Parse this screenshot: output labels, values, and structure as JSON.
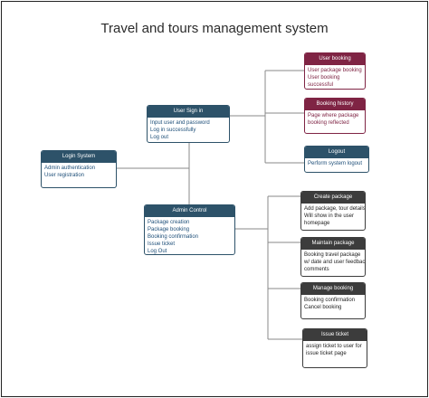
{
  "title": "Travel  and tours management system",
  "colors": {
    "blue_header": "#2d5269",
    "red_header": "#7f2444",
    "dark_header": "#3c3c3c",
    "connector": "#8a8a8a"
  },
  "nodes": {
    "login_system": {
      "title": "Login System",
      "lines": [
        "Admin authentication",
        "User registration"
      ]
    },
    "user_sign_in": {
      "title": "User Sign in",
      "lines": [
        "Input user and password",
        "Log in successfully",
        "Log out"
      ]
    },
    "admin_control": {
      "title": "Admin Control",
      "lines": [
        "Package creation",
        "Package booking",
        "Booking confirmation",
        "Issue ticket",
        "Log Out"
      ]
    },
    "user_booking": {
      "title": "User booking",
      "lines": [
        "User package booking",
        "User booking",
        "successful"
      ]
    },
    "booking_history": {
      "title": "Booking history",
      "lines": [
        "Page where package",
        "booking reflected"
      ]
    },
    "logout": {
      "title": "Logout",
      "lines": [
        "Perform system logout"
      ]
    },
    "create_package": {
      "title": "Create package",
      "lines": [
        "Add package, tour details",
        "Will show in the user",
        "homepage"
      ]
    },
    "maintain_package": {
      "title": "Maintain package",
      "lines": [
        "Booking travel package",
        "w/ date and user feedback",
        "comments"
      ]
    },
    "manage_booking": {
      "title": "Manage booking",
      "lines": [
        "Booking confirmation",
        "Cancel booking"
      ]
    },
    "issue_ticket": {
      "title": "Issue ticket",
      "lines": [
        "assign ticket to user for",
        "issue ticket page"
      ]
    }
  }
}
